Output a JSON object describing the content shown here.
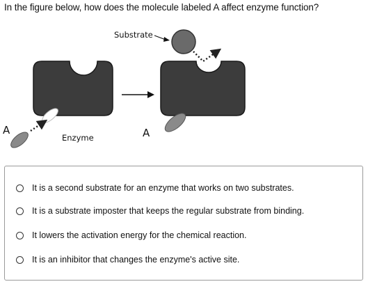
{
  "question": {
    "text": "In the figure below, how does the molecule labeled A affect enzyme function?"
  },
  "figure": {
    "labels": {
      "substrate": "Substrate",
      "enzyme": "Enzyme",
      "molecule_left": "A",
      "molecule_right": "A"
    },
    "icons": [
      "enzyme-shape",
      "substrate-ball",
      "inhibitor-ellipse",
      "reaction-arrow",
      "dotted-arrow"
    ],
    "colors": {
      "enzyme_fill": "#3c3c3c",
      "substrate_fill": "#6a6a6a",
      "inhibitor_fill": "#8a8a8a"
    }
  },
  "options": [
    {
      "label": "It is a second substrate for an enzyme that works on two substrates."
    },
    {
      "label": "It is a substrate imposter that keeps the regular substrate from binding."
    },
    {
      "label": "It lowers the activation energy for the chemical reaction."
    },
    {
      "label": "It is an inhibitor that changes the enzyme's active site."
    }
  ]
}
